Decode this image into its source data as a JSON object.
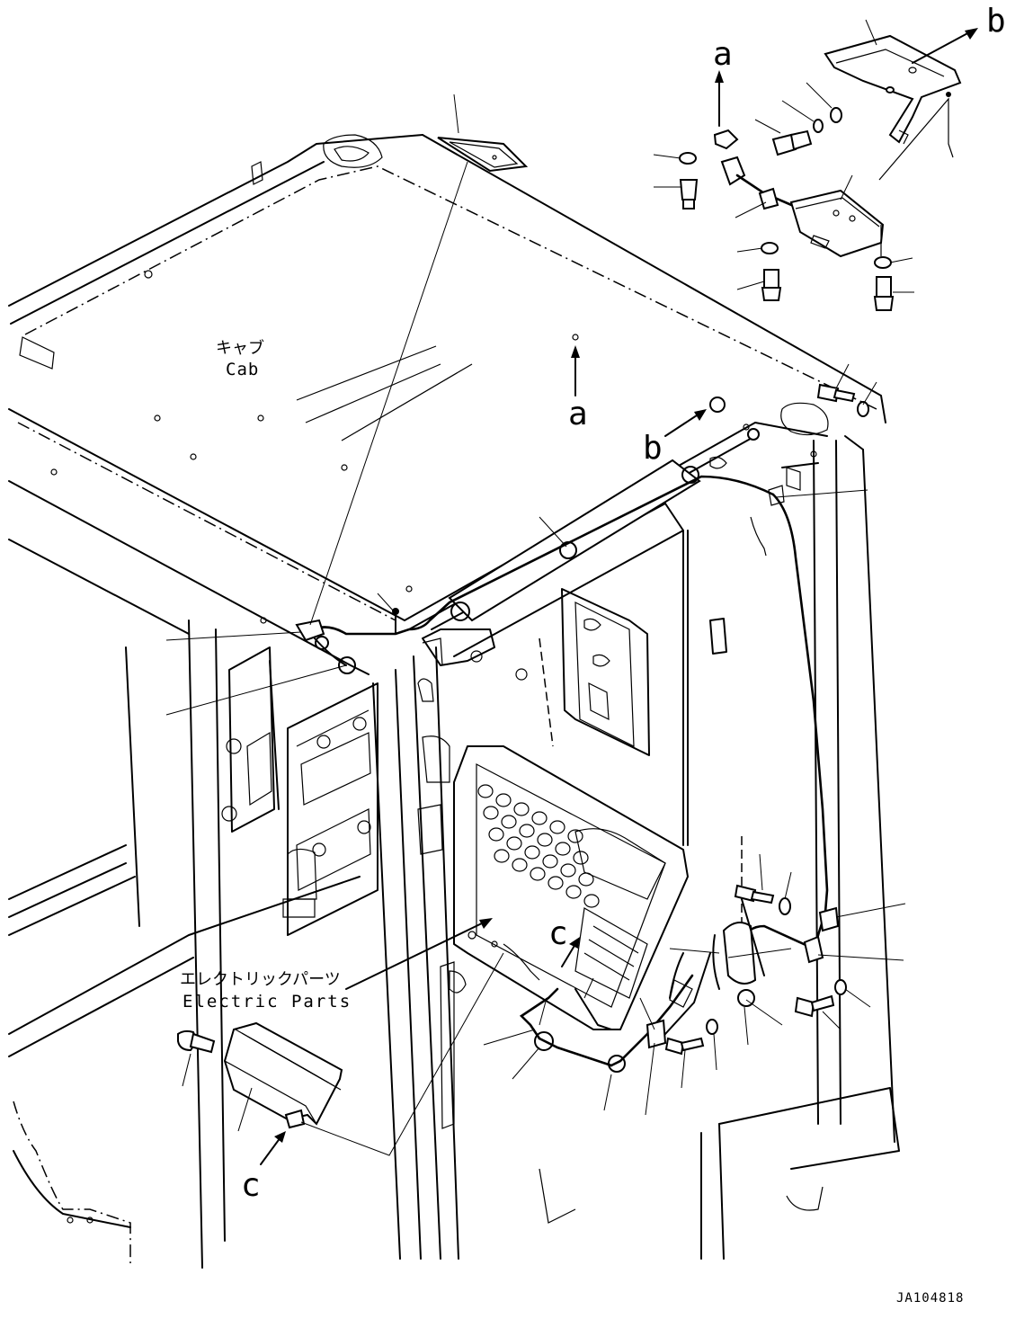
{
  "cab_label": {
    "jp": "キャブ",
    "en": "Cab"
  },
  "electric_parts_label": {
    "jp": "エレクトリックパーツ",
    "en": "Electric Parts"
  },
  "view_markers": {
    "a": "a",
    "b": "b",
    "c": "c"
  },
  "drawing_code": "JA104818"
}
